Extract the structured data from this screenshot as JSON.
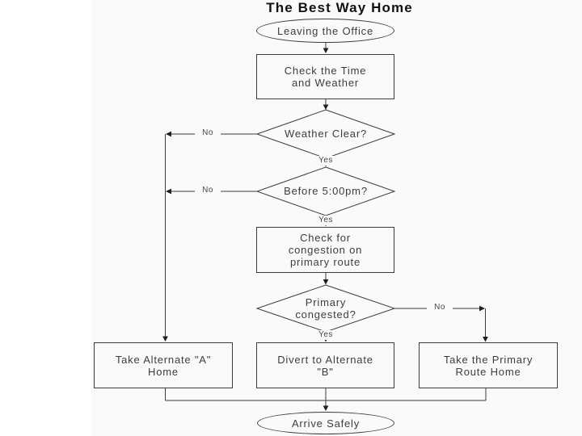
{
  "title": "The Best Way Home",
  "colors": {
    "line": "#3c3c3c",
    "node_fill": "#fafafa",
    "node_text": "#3d3d3d",
    "title_text": "#111111"
  },
  "nodes": {
    "start": {
      "type": "terminator",
      "label": "Leaving the Office"
    },
    "check_time_weather": {
      "type": "process",
      "label": "Check the Time\nand Weather"
    },
    "weather_clear": {
      "type": "decision",
      "label": "Weather Clear?"
    },
    "before_5pm": {
      "type": "decision",
      "label": "Before 5:00pm?"
    },
    "check_congestion": {
      "type": "process",
      "label": "Check for\ncongestion on\nprimary route"
    },
    "primary_congested": {
      "type": "decision",
      "label": "Primary\ncongested?"
    },
    "take_alternate_a": {
      "type": "process",
      "label": "Take Alternate \"A\"\nHome"
    },
    "divert_alternate_b": {
      "type": "process",
      "label": "Divert to Alternate\n\"B\""
    },
    "take_primary": {
      "type": "process",
      "label": "Take the Primary\nRoute Home"
    },
    "end": {
      "type": "terminator",
      "label": "Arrive Safely"
    }
  },
  "edge_labels": {
    "weather_clear_no": "No",
    "weather_clear_yes": "Yes",
    "before_5pm_no": "No",
    "before_5pm_yes": "Yes",
    "primary_congested_yes": "Yes",
    "primary_congested_no": "No"
  }
}
